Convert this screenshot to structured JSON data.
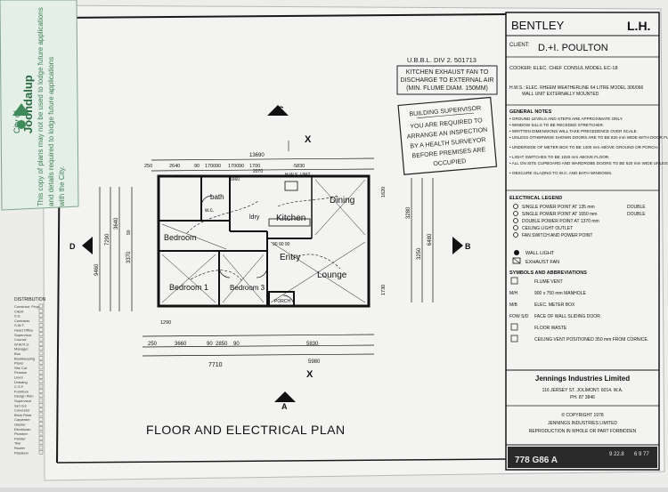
{
  "stamp": {
    "council_name": "City of",
    "council_name2": "Joondalup",
    "note_line1": "This copy of plans may not be used to lodge future applications",
    "note_line2": "and details required to lodge future applications",
    "note_line3": "with the City."
  },
  "ubbl": "U.B.B.L. DIV 2. 501713",
  "kitchen_note": [
    "KITCHEN EXHAUST FAN TO",
    "DISCHARGE TO EXTERNAL AIR",
    "(MIN. FLUME DIAM. 150MM)"
  ],
  "supervisor": {
    "title": "BUILDING SUPERVISOR",
    "lines": [
      "YOU ARE REQUIRED TO",
      "ARRANGE AN INSPECTION",
      "BY A HEALTH SURVEYOR",
      "BEFORE PREMISES ARE",
      "OCCUPIED"
    ]
  },
  "title_block": {
    "model": "BENTLEY",
    "hand": "L.H.",
    "client_label": "CLIENT:",
    "client": "D.+I. POULTON",
    "cooker": "COOKER: ELEC. CHEF CONSUL MODEL EC-18",
    "hws": "H.W.S.: ELEC. RHEEM WEATHERLINE 64 LITRE MODEL 306/066 WALL UNIT EXTERNALLY MOUNTED",
    "general_notes_title": "GENERAL NOTES",
    "general_notes": [
      "GROUND LEVELS AND STEPS ARE APPROXIMATE ONLY.",
      "WINDOW SILLS TO BE RECEDED STRETCHER.",
      "WRITTEN DIMENSIONS WILL TAKE PRECEDENCE OVER SCALE.",
      "UNLESS OTHERWISE SHOWN DOORS ARE TO BE 820 mm WIDE WITH DOOR FURNITURE 1020 mm ABOVE FLOOR.",
      "UNDERSIDE OF METER BOX TO BE 1400 mm ABOVE GROUND OR PORCH.",
      "LIGHT SWITCHES TO BE 1020 mm ABOVE FLOOR.",
      "ALL ON SITE CUPBOARD AND WARDROBE DOORS TO BE 620 mm WIDE UNLESS DENOTED OTHERWISE.",
      "OBSCURE GLAZING TO W.C. AND BATH WINDOWS."
    ],
    "electrical_title": "ELECTRICAL LEGEND",
    "electrical": [
      {
        "label": "SINGLE POWER POINT AT 135 mm",
        "right": "DOUBLE"
      },
      {
        "label": "SINGLE POWER POINT AT 1650 mm",
        "right": "DOUBLE"
      },
      {
        "label": "DOUBLE POWER POINT AT 1370 mm",
        "right": ""
      },
      {
        "label": "CEILING LIGHT OUTLET",
        "right": ""
      },
      {
        "label": "FAN SWITCH AND POWER POINT",
        "right": ""
      }
    ],
    "wall_light": "WALL LIGHT",
    "exhaust_fan": "EXHAUST FAN",
    "symbols_title": "SYMBOLS AND ABBREVIATIONS",
    "symbols": [
      {
        "code": "",
        "text": "FLUME VENT"
      },
      {
        "code": "M/H",
        "text": "900 x 750 mm MANHOLE"
      },
      {
        "code": "M/B",
        "text": "ELEC. METER BOX"
      },
      {
        "code": "FOW S/D",
        "text": "FACE OF WALL SLIDING DOOR"
      },
      {
        "code": "",
        "text": "FLOOR WASTE"
      },
      {
        "code": "",
        "text": "CEILING VENT  POSITIONED 350 mm FROM CORNICE."
      }
    ],
    "company": "Jennings Industries Limited",
    "address1": "116 JERSEY ST. JOLIMONT. 6014. W.A.",
    "address2": "PH. 87 3846",
    "copyright": "© COPYRIGHT 1978",
    "copyright2": "JENNINGS INDUSTRIES LIMITED",
    "copyright3": "REPRODUCTION IN WHOLE OR PART FORBIDDEN",
    "drawing_no": "778 G86 A",
    "bottom_no": "9 22.8",
    "bottom_date": "6 9 77"
  },
  "distribution": {
    "title": "DISTRIBUTION",
    "items": [
      "Construct. Prop.",
      "Client",
      "S.S.",
      "Contracts",
      "S.W.T.",
      "Head Office",
      "Supervisor",
      "Council",
      "W.W.R.S.",
      "Manager",
      "Bus",
      "Bookkeeping",
      "Plans",
      "Site Cut",
      "Finance",
      "Linen",
      "Drawing",
      "C.S.F.",
      "Furniture",
      "Design Plan",
      "Supervisor",
      "Set Out",
      "Concretor",
      "Brick Plant",
      "Carpenter",
      "Glazier",
      "Electrician",
      "Plumber",
      "Painter",
      "Tiler",
      "Roofer",
      "Plasterer"
    ]
  },
  "plan": {
    "title": "FLOOR AND ELECTRICAL PLAN",
    "section_c": "C",
    "section_a": "A",
    "section_b": "B",
    "section_d": "D",
    "x_mark": "X",
    "rooms": {
      "bath": "bath",
      "wc": "w.c.",
      "ldry": "ldry",
      "kitchen": "Kitchen",
      "dining": "Dining",
      "bedroom": "Bedroom",
      "bedroom1": "Bedroom 1",
      "bedroom3": "Bedroom 3",
      "entry": "Entry",
      "lounge": "Lounge",
      "porch": "PORCH"
    },
    "dims": {
      "top_total": "13690",
      "top_row": [
        "2640",
        "90",
        "1700",
        "90",
        "1700",
        "90",
        "1700",
        "5830"
      ],
      "top_left": "250",
      "right_top": "1620",
      "right_mid": "3280",
      "right_total": "6480",
      "right_bot": "3250",
      "right_bot2": "1730",
      "left_total": "9460",
      "left_a": "7290",
      "left_b": "3640",
      "left_c": "3370",
      "left_d": "90",
      "bottom_row": [
        "250",
        "3660",
        "90",
        "2850",
        "90",
        "5830"
      ],
      "bottom_total": "7710",
      "bottom_right": "5980",
      "small1": "1290",
      "small2": "2070",
      "small3": "1660",
      "hws": "H.W.S. UNIT",
      "cook": "90 90 90"
    }
  }
}
